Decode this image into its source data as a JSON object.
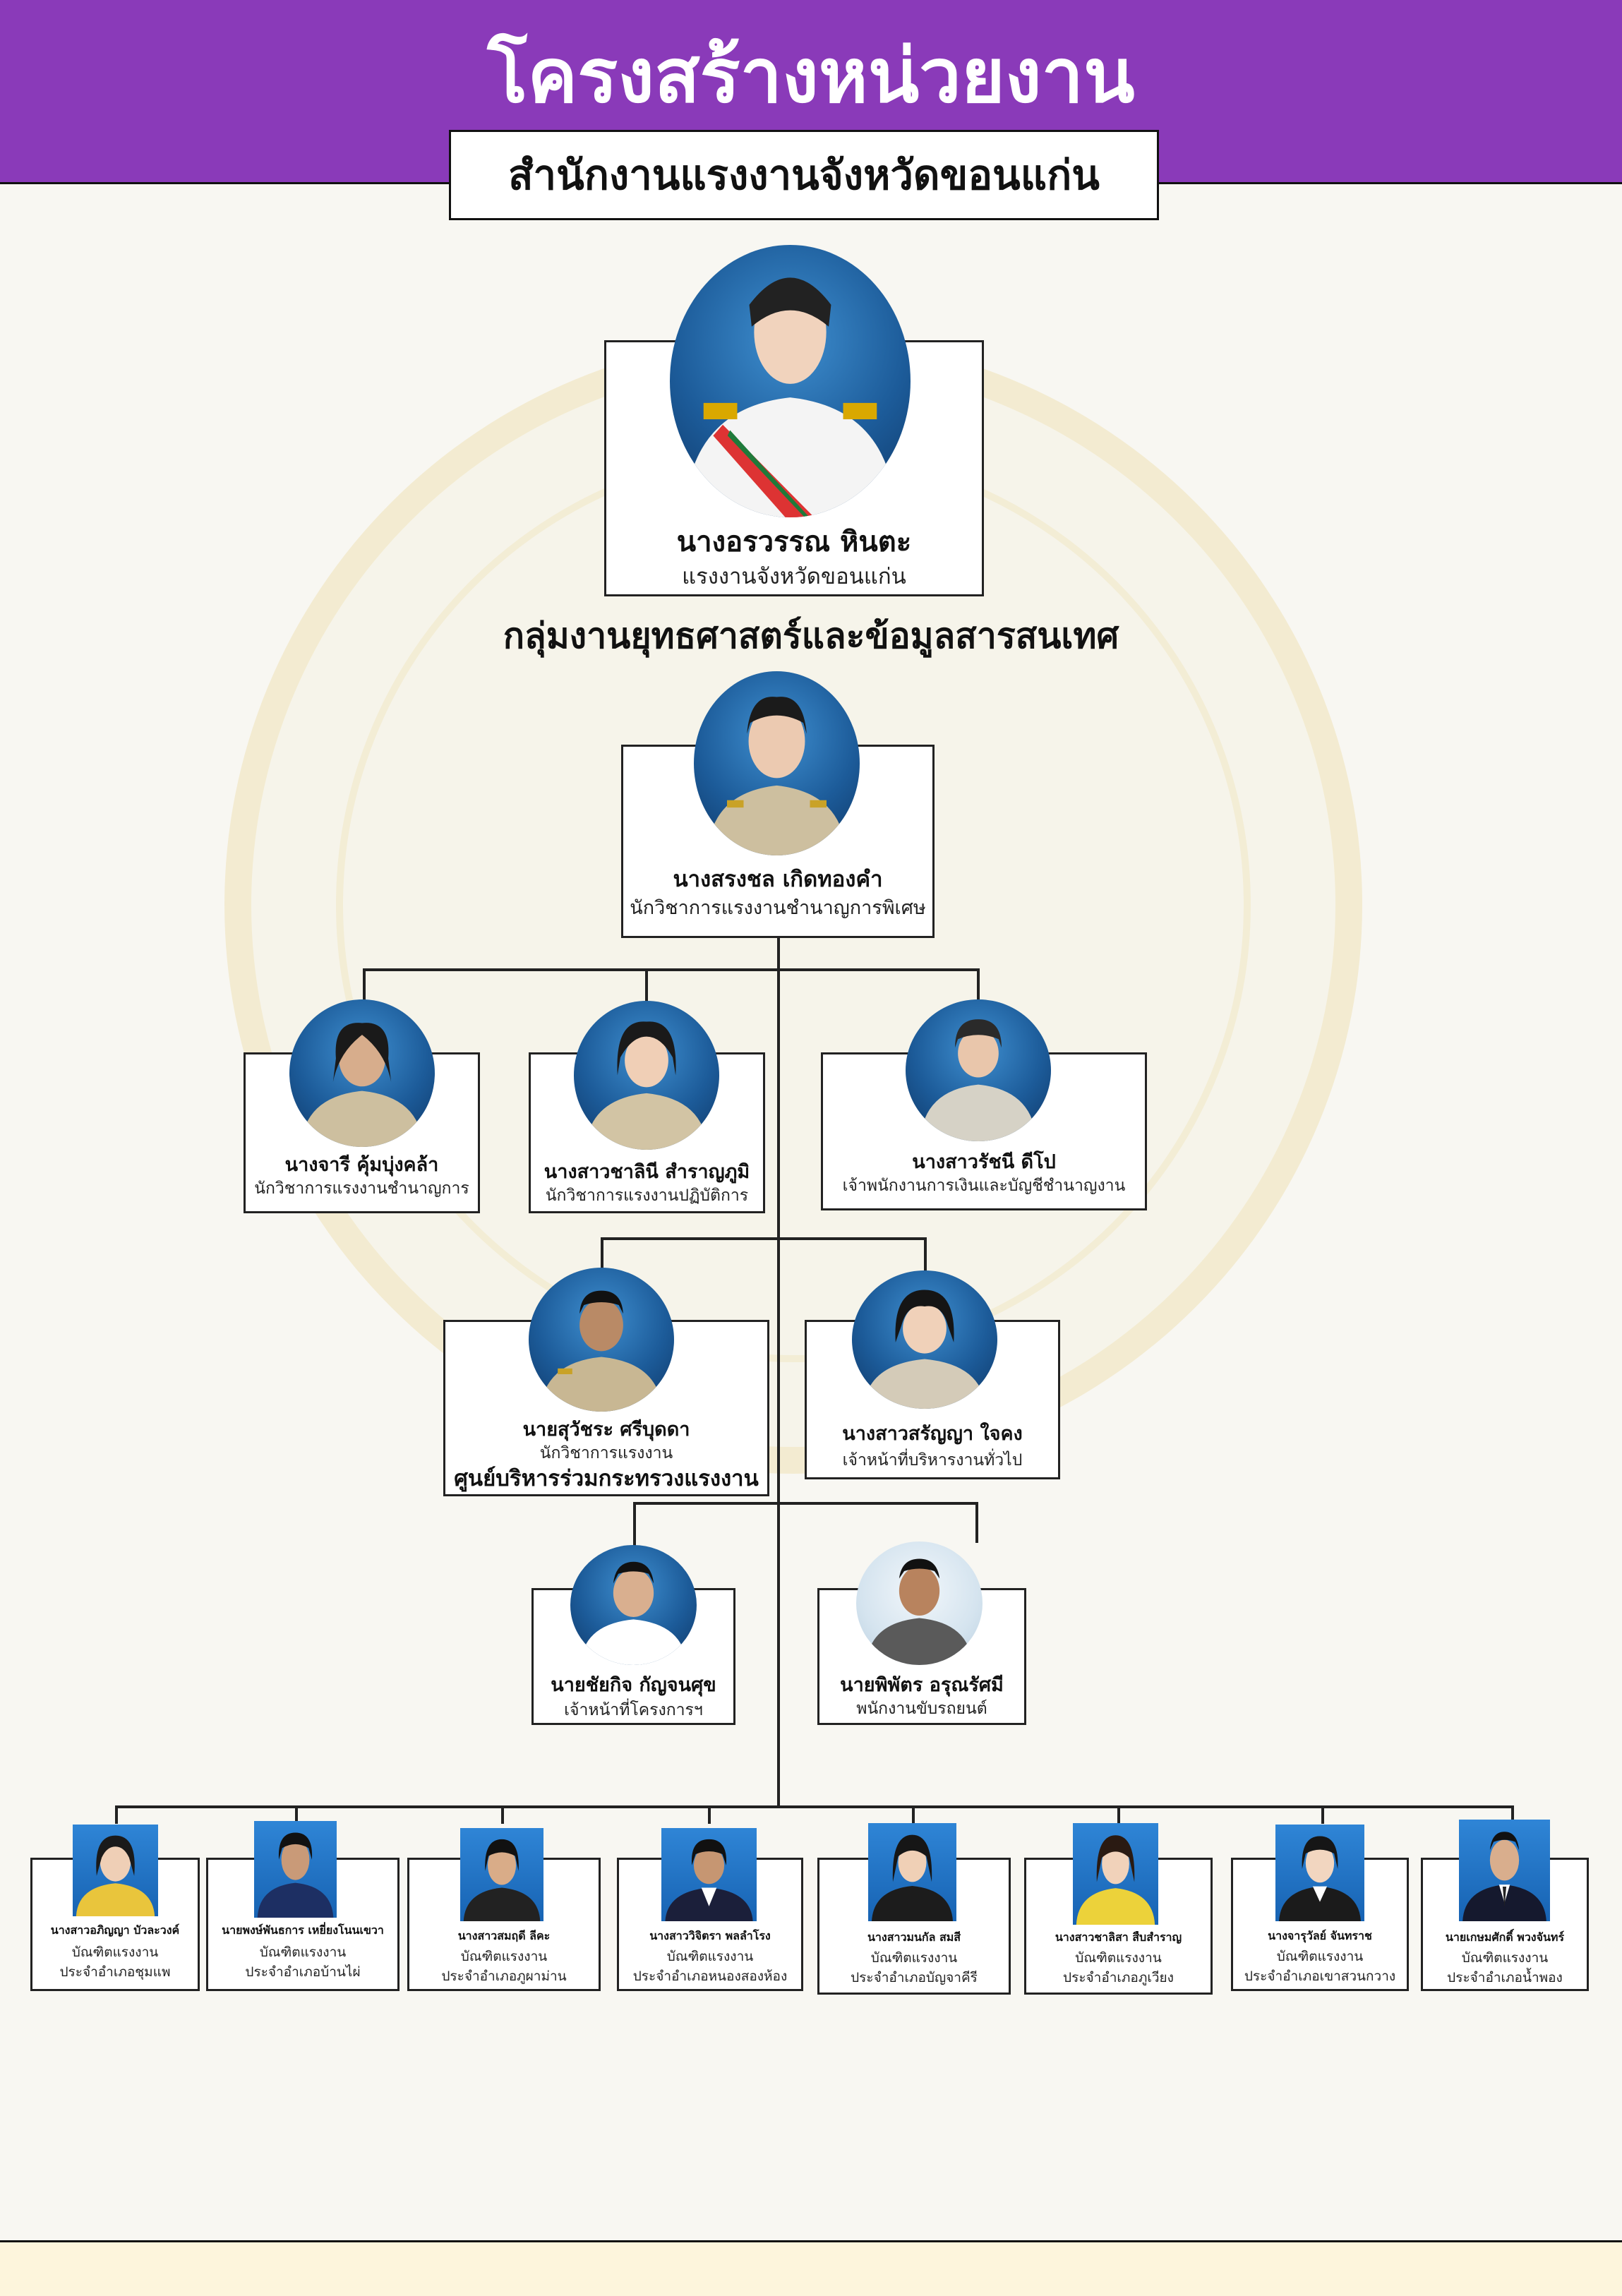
{
  "header": {
    "title": "โครงสร้างหน่วยงาน",
    "subtitle": "สำนักงานแรงงานจังหวัดขอนแก่น"
  },
  "section": {
    "title": "กลุ่มงานยุทธศาสตร์และข้อมูลสารสนเทศ"
  },
  "head": {
    "name": "นางอรวรรณ หินตะ",
    "role": "แรงงานจังหวัดขอนแก่น"
  },
  "lead": {
    "name": "นางสรงชล เกิดทองคำ",
    "role": "นักวิชาการแรงงานชำนาญการพิเศษ"
  },
  "row1": [
    {
      "name": "นางจารี คุ้มบุ่งคล้า",
      "role": "นักวิชาการแรงงานชำนาญการ"
    },
    {
      "name": "นางสาวชาลินี สำราญภูมิ",
      "role": "นักวิชาการแรงงานปฏิบัติการ"
    },
    {
      "name": "นางสาวรัชนี ดีโป",
      "role": "เจ้าพนักงานการเงินและบัญชีชำนาญงาน"
    }
  ],
  "row2": [
    {
      "name": "นายสุวัชระ ศรีบุดดา",
      "role": "นักวิชาการแรงงาน",
      "role2": "ศูนย์บริหารร่วมกระทรวงแรงงาน"
    },
    {
      "name": "นางสาวสรัญญา ใจคง",
      "role": "เจ้าหน้าที่บริหารงานทั่วไป"
    }
  ],
  "row3": [
    {
      "name": "นายชัยกิจ กัญจนศุข",
      "role": "เจ้าหน้าที่โครงการฯ"
    },
    {
      "name": "นายพิพัตร อรุณรัศมี",
      "role": "พนักงานขับรถยนต์"
    }
  ],
  "row4": [
    {
      "name": "นางสาวอภิญญา บัวละวงค์",
      "role": "บัณฑิตแรงงาน",
      "district": "ประจำอำเภอชุมแพ"
    },
    {
      "name": "นายพงษ์พันธการ เหยี่ยงโนนเขวา",
      "role": "บัณฑิตแรงงาน",
      "district": "ประจำอำเภอบ้านไผ่"
    },
    {
      "name": "นางสาวสมฤดี ลีคะ",
      "role": "บัณฑิตแรงงาน",
      "district": "ประจำอำเภอภูผาม่าน"
    },
    {
      "name": "นางสาววิจิตรา พลลำโรง",
      "role": "บัณฑิตแรงงาน",
      "district": "ประจำอำเภอหนองสองห้อง"
    },
    {
      "name": "นางสาวมนกัล สมสี",
      "role": "บัณฑิตแรงงาน",
      "district": "ประจำอำเภอบัญจาคีรี"
    },
    {
      "name": "นางสาวชาลิสา สืบสำราญ",
      "role": "บัณฑิตแรงงาน",
      "district": "ประจำอำเภอภูเวียง"
    },
    {
      "name": "นางจารุวัลย์ จันทราช",
      "role": "บัณฑิตแรงงาน",
      "district": "ประจำอำเภอเขาสวนกวาง"
    },
    {
      "name": "นายเกษมศักดิ์ พวงจันทร์",
      "role": "บัณฑิตแรงงาน",
      "district": "ประจำอำเภอน้ำพอง"
    }
  ]
}
